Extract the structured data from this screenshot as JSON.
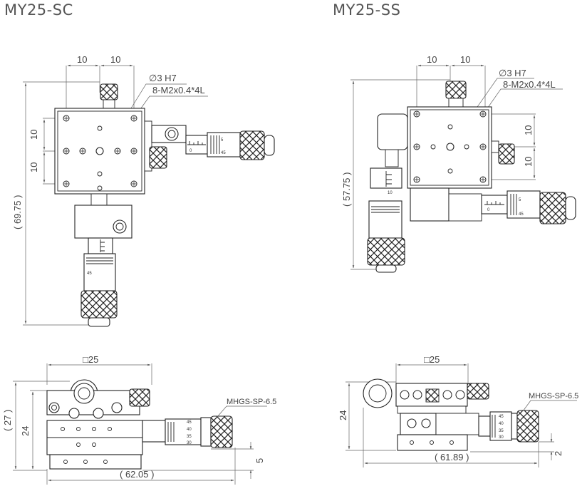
{
  "left": {
    "title": "MY25-SC",
    "top_view": {
      "dim_10_a": "10",
      "dim_10_b": "10",
      "hole_label": "∅3 H7",
      "thread_label": "8-M2x0.4*4L",
      "dim_10_c": "10",
      "dim_10_d": "10",
      "height_label": "( 69.75 )"
    },
    "side_view": {
      "square_label": "□25",
      "dim_27": "( 27 )",
      "dim_24": "24",
      "micrometer_label": "MHGS-SP-6.5",
      "dim_5": "5",
      "width_label": "( 62.05 )"
    }
  },
  "right": {
    "title": "MY25-SS",
    "top_view": {
      "dim_10_a": "10",
      "dim_10_b": "10",
      "hole_label": "∅3 H7",
      "thread_label": "8-M2x0.4*4L",
      "dim_10_c": "10",
      "dim_10_d": "10",
      "height_label": "( 57.75 )"
    },
    "side_view": {
      "square_label": "□25",
      "dim_24": "24",
      "micrometer_label": "MHGS-SP-6.5",
      "dim_2": "2",
      "width_label": "( 61.89 )"
    }
  },
  "scale_ticks": {
    "a": [
      "0",
      "5",
      "10",
      "45"
    ],
    "b": [
      "45",
      "40",
      "35",
      "30"
    ]
  }
}
